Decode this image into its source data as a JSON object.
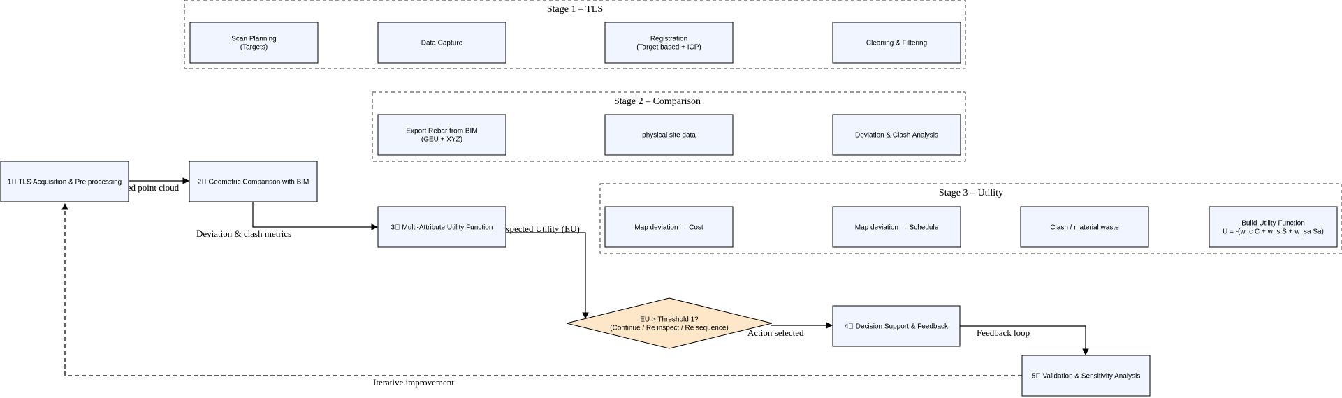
{
  "clusters": {
    "stage1": "Stage 1 – TLS",
    "stage2": "Stage 2 – Comparison",
    "stage3": "Stage 3 – Utility"
  },
  "nodes": {
    "scan_planning": [
      "Scan Planning",
      "(Targets)"
    ],
    "data_capture": [
      "Data Capture"
    ],
    "registration": [
      "Registration",
      "(Target based + ICP)"
    ],
    "cleaning": [
      "Cleaning & Filtering"
    ],
    "export_rebar": [
      "Export Rebar from BIM",
      "(GEU + XYZ)"
    ],
    "physical_site": [
      "physical site data"
    ],
    "deviation_clash": [
      "Deviation & Clash Analysis"
    ],
    "map_cost": [
      "Map deviation → Cost"
    ],
    "map_schedule": [
      "Map deviation → Schedule"
    ],
    "clash_waste": [
      "Clash / material waste"
    ],
    "build_utility": [
      "Build Utility Function",
      "U = -(w_c C + w_s S + w_sa Sa)"
    ],
    "tls_acq": [
      "1⃣ TLS Acquisition & Pre processing"
    ],
    "geo_compare": [
      "2⃣ Geometric Comparison with BIM"
    ],
    "mau": [
      "3⃣ Multi-Attribute Utility Function"
    ],
    "decision_threshold": [
      "EU > Threshold 1?",
      "(Continue / Re inspect / Re sequence)"
    ],
    "decision_support": [
      "4⃣ Decision Support & Feedback"
    ],
    "validation": [
      "5⃣ Validation & Sensitivity Analysis"
    ]
  },
  "edges": {
    "processed": "Processed point cloud",
    "deviation_metrics": "Deviation & clash metrics",
    "expected_utility": "Expected Utility (EU)",
    "action_selected": "Action selected",
    "feedback_loop": "Feedback loop",
    "iterative": "Iterative improvement"
  }
}
